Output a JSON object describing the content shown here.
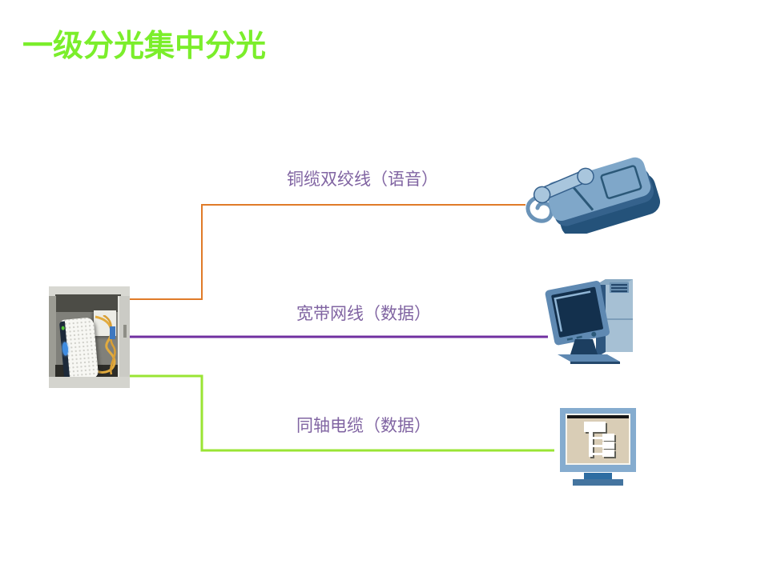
{
  "title": {
    "text": "一级分光集中分光",
    "color": "#7bee2b"
  },
  "diagram": {
    "label_color": "#8064a2",
    "source_icon": "fiber-access-terminal-photo",
    "connections": [
      {
        "label": "铜缆双绞线（语音）",
        "color": "#e07b28",
        "line": "copper-twisted-pair",
        "target_icon": "telephone-icon"
      },
      {
        "label": "宽带网线（数据）",
        "color": "#7030a0",
        "line": "broadband-ethernet",
        "target_icon": "desktop-computer-icon"
      },
      {
        "label": "同轴电缆（数据）",
        "color": "#9ae434",
        "line": "coaxial-cable",
        "target_icon": "tv-monitor-icon"
      }
    ]
  }
}
